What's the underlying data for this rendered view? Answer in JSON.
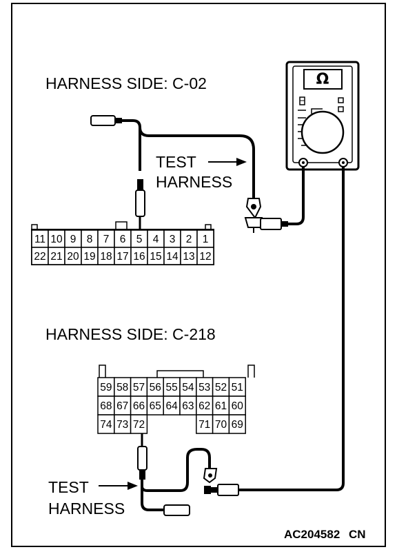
{
  "labels": {
    "harness_side_c02": "HARNESS SIDE: C-02",
    "harness_side_c218": "HARNESS SIDE: C-218",
    "test_harness_top_line1": "TEST",
    "test_harness_top_line2": "HARNESS",
    "test_harness_bottom_line1": "TEST",
    "test_harness_bottom_line2": "HARNESS",
    "figure_code": "AC204582",
    "figure_suffix": "CN"
  },
  "meter": {
    "display_symbol": "Ω",
    "icon": "ohmmeter-icon"
  },
  "connector_c02": {
    "row1": [
      "11",
      "10",
      "9",
      "8",
      "7",
      "6",
      "5",
      "4",
      "3",
      "2",
      "1"
    ],
    "row2": [
      "22",
      "21",
      "20",
      "19",
      "18",
      "17",
      "16",
      "15",
      "14",
      "13",
      "12"
    ],
    "probed_pin": "5"
  },
  "connector_c218": {
    "row1": [
      "59",
      "58",
      "57",
      "56",
      "55",
      "54",
      "53",
      "52",
      "51"
    ],
    "row2": [
      "68",
      "67",
      "66",
      "65",
      "64",
      "63",
      "62",
      "61",
      "60"
    ],
    "row3_left": [
      "74",
      "73",
      "72"
    ],
    "row3_right": [
      "71",
      "70",
      "69"
    ],
    "probed_pin": "72"
  }
}
